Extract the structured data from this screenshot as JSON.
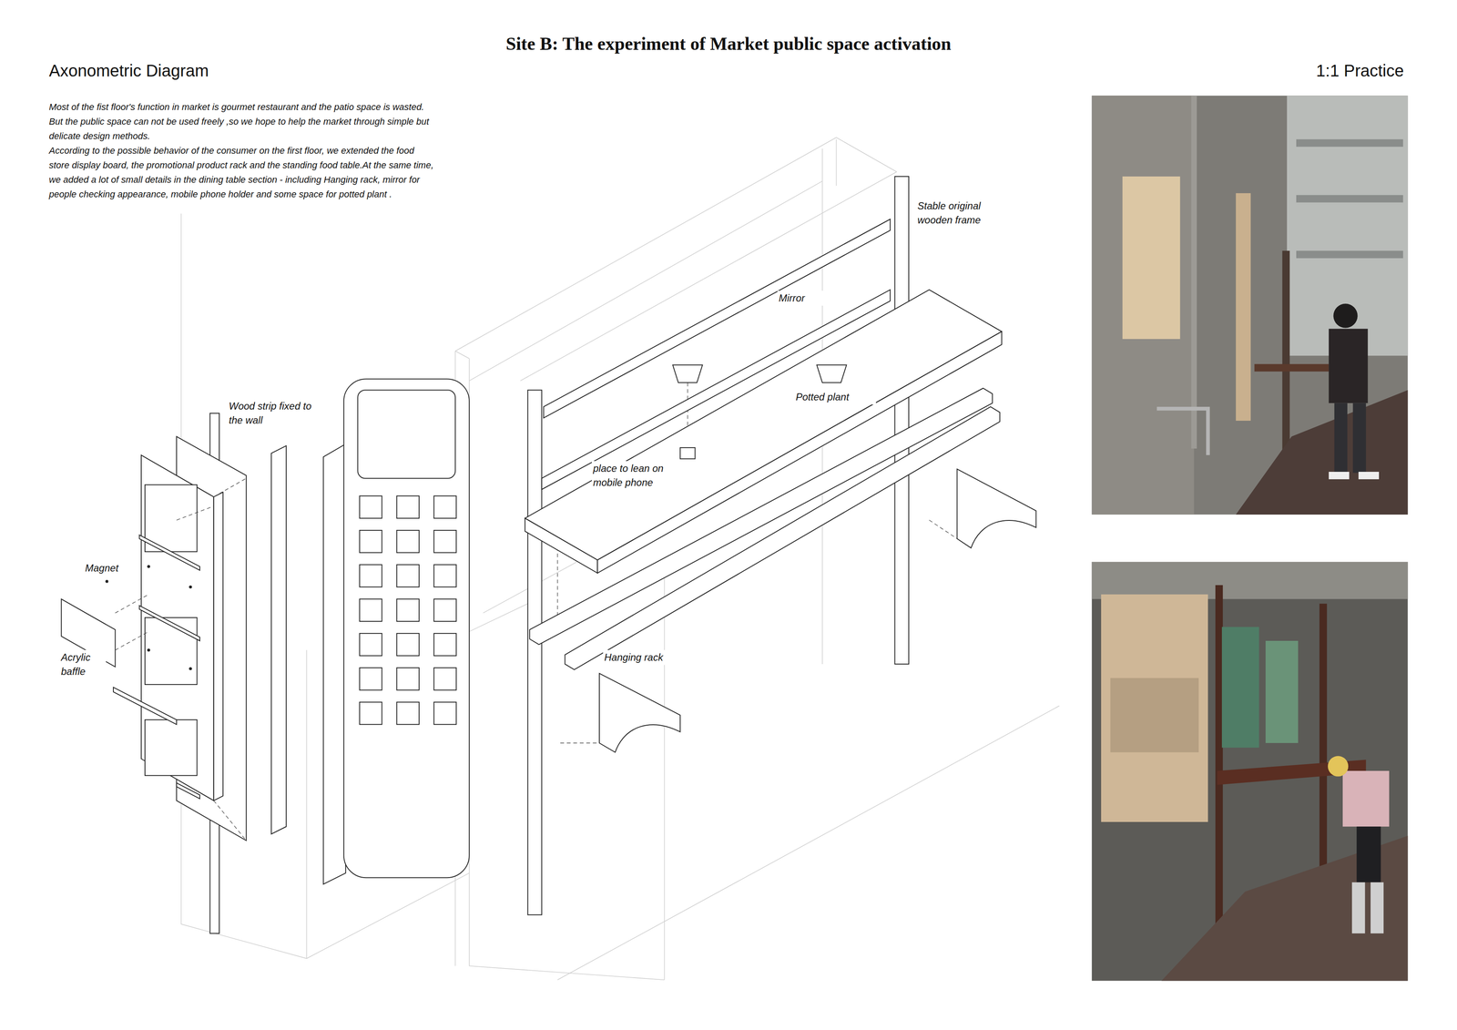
{
  "diagram": {
    "title": "Site B: The experiment of Market public space activation",
    "labels": [
      "Axonometric Diagram",
      "1:1 Practice",
      "Most of the fist floor's function in market is gourmet restaurant and the patio space is wasted. But the public space can not be used freely ,so we hope to help the market through simple but delicate design methods.",
      "According to the possible behavior of the consumer on the first floor, we extended the food store display board, the promotional product rack and the standing food table.At the same time, we added a lot of small details in the dining table section - including Hanging rack, mirror for people checking appearance, mobile phone holder and some space for potted plant .",
      "Stable original wooden frame",
      "Mirror",
      "Potted plant",
      "place to lean on mobile phone",
      "Hanging rack",
      "Wood strip fixed to the wall",
      "Magnet",
      "Acrylic baffle"
    ]
  }
}
